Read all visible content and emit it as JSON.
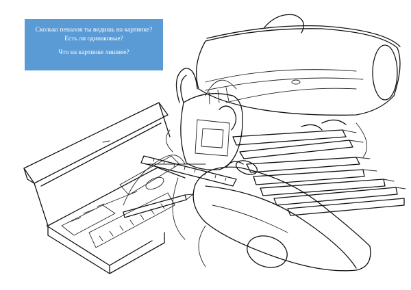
{
  "puzzle": {
    "line1": "Сколько пеналов ты видишь на картинке? Есть ли одинаковые?",
    "line2": "Что на картинке лишнее?"
  },
  "colors": {
    "box_fill": "#5b9bd5",
    "box_text": "#ffffff",
    "ink": "#111111",
    "background": "#ffffff"
  },
  "drawing": {
    "subject": "overlapping pencil cases line drawing",
    "objects": [
      "rigid-box-pencil-case",
      "cylinder-pencil-case",
      "backpack",
      "soft-pencil-pouch",
      "ruler",
      "pencils",
      "eraser",
      "pen"
    ]
  }
}
